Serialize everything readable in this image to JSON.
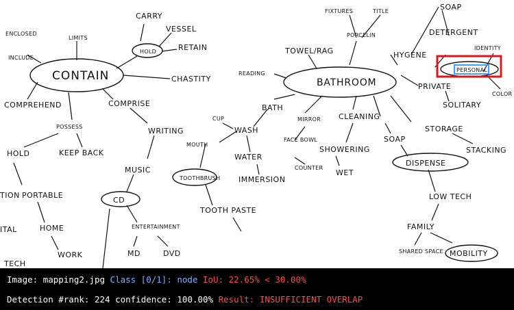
{
  "status": {
    "image_label": "Image:",
    "image_name": "mapping2.jpg",
    "class_text": "Class [0/1]: node",
    "iou_text": "IoU: 22.65% < 30.00%",
    "detection_label": "Detection #rank:",
    "rank": "224",
    "confidence_label": "confidence:",
    "confidence_value": "100.00%",
    "result_text": "Result: INSUFFICIENT OVERLAP"
  },
  "colors": {
    "background": "#ffffff",
    "ink": "#111111",
    "status_bar": "#000000",
    "class_text": "#7fb0ff",
    "alert": "#ff4a4a",
    "detection_box": "#e0141e",
    "highlight_box": "#3ba3ff"
  },
  "mind_map": {
    "contain": "CONTAIN",
    "hold_oval": "HOLD",
    "carry": "CARRY",
    "vessel": "VESSEL",
    "retain": "RETAIN",
    "chastity": "CHASTITY",
    "enclosed": "ENCLOSED",
    "limits": "LIMITS",
    "include": "INCLUDE",
    "comprehend": "COMPREHEND",
    "comprise": "COMPRISE",
    "possess": "POSSESS",
    "hold": "HOLD",
    "keep_back": "KEEP BACK",
    "writing": "WRITING",
    "music": "MUSIC",
    "cd": "CD",
    "portable": "PORTABLE",
    "home": "HOME",
    "work": "WORK",
    "ital": "ITAL",
    "tion": "TION",
    "tech_left": "TECH",
    "entertainment": "ENTERTAINMENT",
    "md": "MD",
    "dvd": "DVD",
    "toothbrush": "TOOTHBRUSH",
    "toothpaste": "TOOTH PASTE",
    "mouth": "MOUTH",
    "cup": "CUP",
    "wash": "WASH",
    "water": "WATER",
    "immersion": "IMMERSION",
    "bath": "BATH",
    "reading": "READING",
    "bathroom": "BATHROOM",
    "towel_rag": "TOWEL/RAG",
    "porcelin": "PORCELIN",
    "fixtures": "FIXTURES",
    "title": "TITLE",
    "soap_top": "SOAP",
    "detergent": "DETERGENT",
    "hygene": "HYGENE",
    "identity": "IDENTITY",
    "personal": "PERSONAL",
    "color": "COLOR",
    "private": "PRIVATE",
    "solitary": "SOLITARY",
    "mirror": "MIRROR",
    "face_bowl": "FACE BOWL",
    "counter": "COUNTER",
    "cleaning": "CLEANING",
    "showering": "SHOWERING",
    "wet": "WET",
    "soap": "SOAP",
    "dispense": "DISPENSE",
    "storage": "STORAGE",
    "stacking": "STACKING",
    "low_tech": "LOW TECH",
    "family": "FAMILY",
    "shared_space": "SHARED SPACE",
    "mobility": "MOBILITY"
  }
}
